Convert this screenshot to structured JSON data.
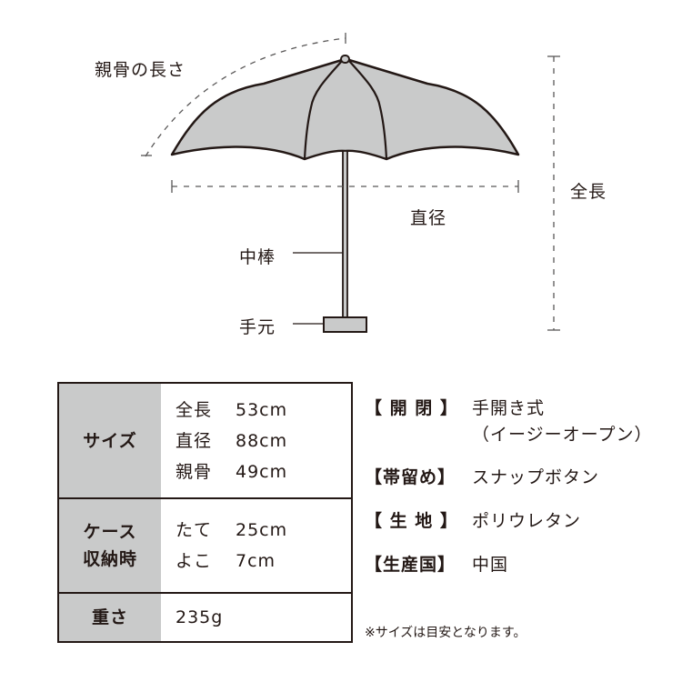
{
  "diagram": {
    "labels": {
      "rib_length": "親骨の長さ",
      "total_length": "全長",
      "diameter": "直径",
      "shaft": "中棒",
      "handle": "手元"
    },
    "colors": {
      "canopy_fill": "#c9caca",
      "outline": "#231815",
      "dash": "#595757"
    }
  },
  "spec_table": {
    "rows": [
      {
        "header": "サイズ",
        "lines": [
          {
            "key": "全長",
            "value": "53cm"
          },
          {
            "key": "直径",
            "value": "88cm"
          },
          {
            "key": "親骨",
            "value": "49cm"
          }
        ]
      },
      {
        "header_lines": [
          "ケース",
          "収納時"
        ],
        "lines": [
          {
            "key": "たて",
            "value": "25cm"
          },
          {
            "key": "よこ",
            "value": "7cm"
          }
        ]
      },
      {
        "header": "重さ",
        "lines": [
          {
            "key": "",
            "value": "235g"
          }
        ]
      }
    ],
    "header_bg": "#c9caca"
  },
  "info": {
    "items": [
      {
        "key": "【 開 閉 】",
        "value": "手開き式",
        "value2": "（イージーオープン）"
      },
      {
        "key": "【帯留め】",
        "value": "スナップボタン"
      },
      {
        "key": "【 生 地 】",
        "value": "ポリウレタン"
      },
      {
        "key": "【生産国】",
        "value": "中国"
      }
    ],
    "note": "※サイズは目安となります。"
  }
}
